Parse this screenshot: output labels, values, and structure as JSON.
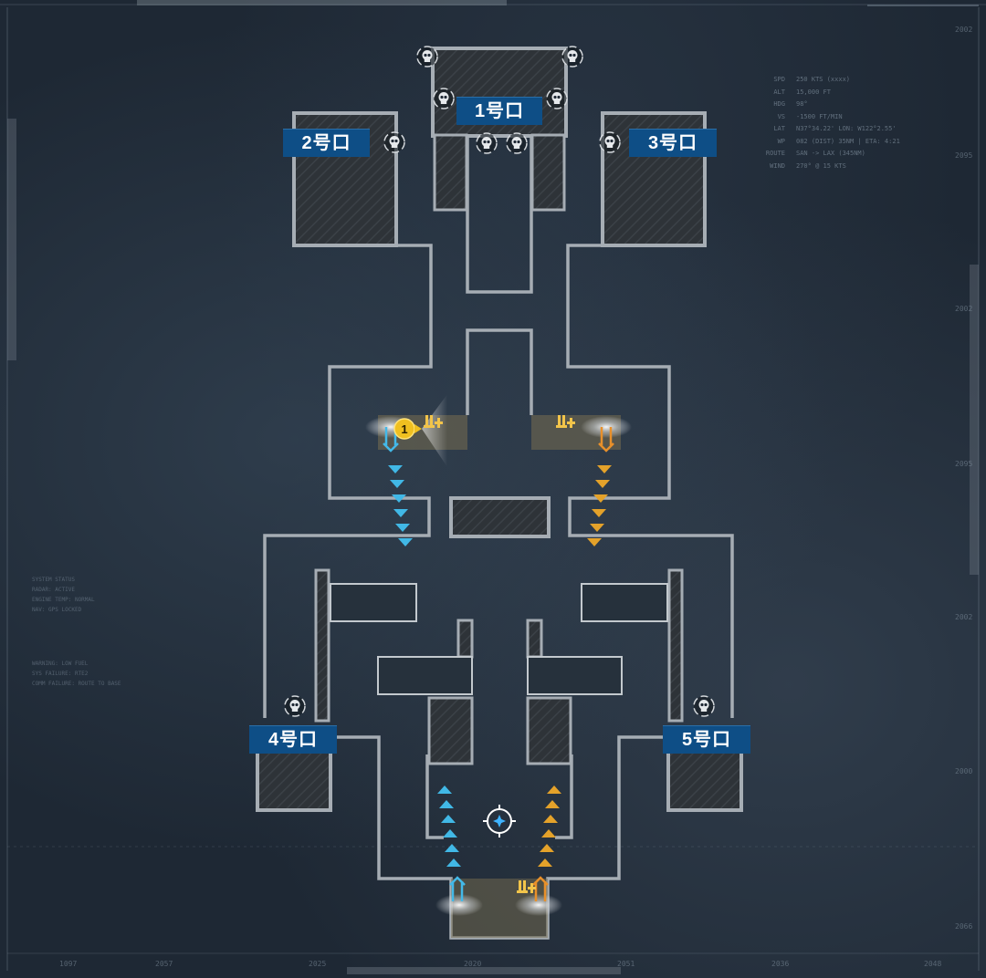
{
  "map": {
    "rooms": [
      {
        "id": "1",
        "label": "1号口"
      },
      {
        "id": "2",
        "label": "2号口"
      },
      {
        "id": "3",
        "label": "3号口"
      },
      {
        "id": "4",
        "label": "4号口"
      },
      {
        "id": "5",
        "label": "5号口"
      }
    ],
    "waypoint_number": "1",
    "ammo_label": "ll+",
    "colors": {
      "room_label_bg": "#0e4e86",
      "wall": "#a6adb4",
      "hatch_fill": "#2e3338",
      "blue_path": "#41b8e6",
      "orange_path": "#e4a22a",
      "waypoint": "#f0c020",
      "ammo_icon": "#f2c44a"
    },
    "icons": [
      "skull-marker-icon",
      "ammo-plus-icon",
      "objective-compass-icon",
      "spawn-beacon-icon"
    ]
  },
  "hud_readout": [
    {
      "key": "SPD",
      "value": "250 KTS (xxxx)"
    },
    {
      "key": "ALT",
      "value": "15,000 FT"
    },
    {
      "key": "HDG",
      "value": "98°"
    },
    {
      "key": "VS",
      "value": "-1500 FT/MIN"
    },
    {
      "key": "LAT",
      "value": "N37°34.22'  LON: W122°2.55'"
    },
    {
      "key": "WP",
      "value": "082 (DIST) 35NM | ETA: 4:21"
    },
    {
      "key": "ROUTE",
      "value": "SAN -> LAX (345NM)"
    },
    {
      "key": "WIND",
      "value": "270° @ 15 KTS"
    }
  ],
  "right_ticks": [
    "2002",
    "2095",
    "2002",
    "2095",
    "2002",
    "2000",
    "2066"
  ],
  "bottom_ticks": [
    "1097",
    "2057",
    "2025",
    "2020",
    "2051",
    "2036",
    "2048"
  ],
  "left_status": [
    "SYSTEM STATUS",
    "RADAR: ACTIVE",
    "ENGINE TEMP: NORMAL",
    "NAV: GPS LOCKED"
  ],
  "left_warnings": [
    "WARNING: LOW FUEL",
    "SYS FAILURE: RTE2",
    "COMM FAILURE: ROUTE TO BASE"
  ]
}
